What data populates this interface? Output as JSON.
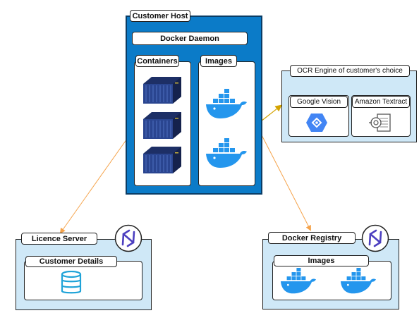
{
  "customer_host": {
    "title": "Customer Host",
    "daemon_label": "Docker Daemon",
    "containers_label": "Containers",
    "images_label": "Images"
  },
  "ocr": {
    "title": "OCR Engine of customer's choice",
    "google_label": "Google Vision",
    "amazon_label": "Amazon Textract"
  },
  "licence_server": {
    "title": "Licence Server",
    "details_label": "Customer Details"
  },
  "docker_registry": {
    "title": "Docker Registry",
    "images_label": "Images"
  },
  "colors": {
    "host_blue": "#0b7bc8",
    "panel_light": "#cfe8f7",
    "connector": "#f5a34b",
    "docker_blue": "#2496ed"
  },
  "icons": {
    "container": "shipping-container-icon",
    "docker": "docker-whale-icon",
    "google_vision": "google-vision-icon",
    "amazon_textract": "amazon-textract-icon",
    "database": "database-icon",
    "network": "network-logo-icon"
  }
}
